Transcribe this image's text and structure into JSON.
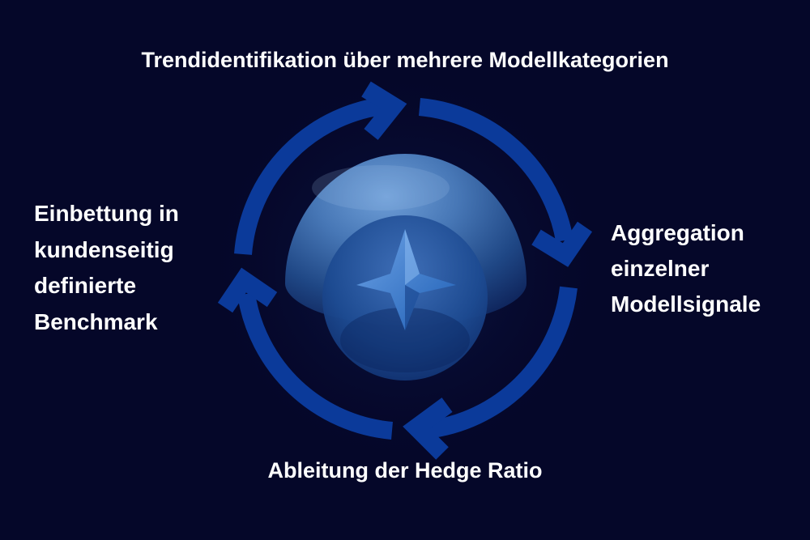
{
  "diagram": {
    "top_step": "Trendidentifikation über mehrere Modellkategorien",
    "right_step": {
      "lines": [
        "Aggregation",
        "einzelner",
        "Modellsignale"
      ]
    },
    "bottom_step": "Ableitung der Hedge Ratio",
    "left_step": {
      "lines": [
        "Einbettung in",
        "kundenseitig",
        "definierte",
        "Benchmark"
      ]
    }
  },
  "colors": {
    "background": "#050729",
    "arrow": "#0b3a9a",
    "sphere_light": "#5b8fd0",
    "sphere_dark": "#0d2a6a",
    "text": "#ffffff"
  },
  "icons": {
    "center": "sphere-with-diamond-icon"
  }
}
